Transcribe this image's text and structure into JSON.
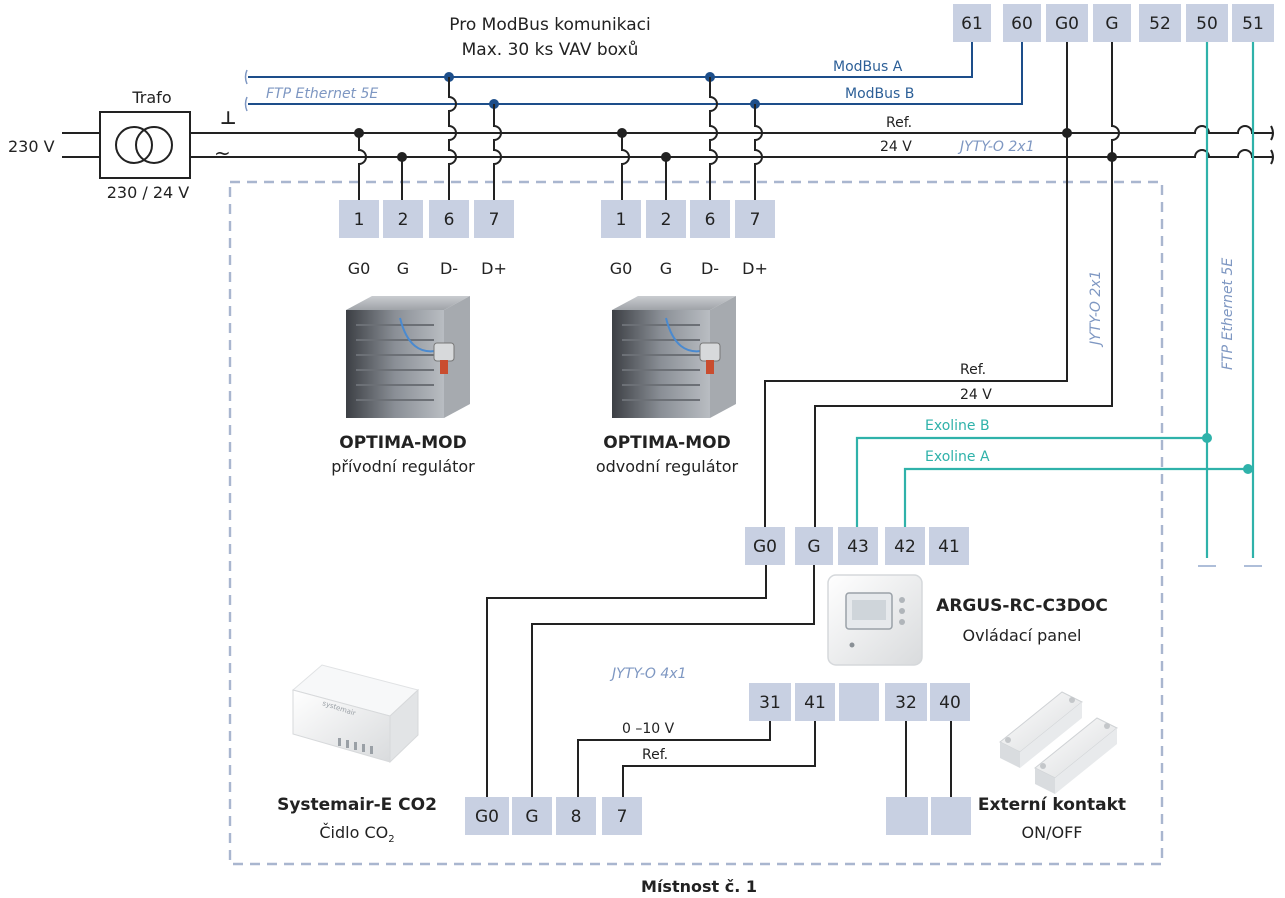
{
  "header": {
    "modbus_title_1": "Pro ModBus komunikaci",
    "modbus_title_2": "Max. 30 ks VAV boxů"
  },
  "trafo": {
    "title": "Trafo",
    "input": "230 V",
    "ratio": "230 / 24 V",
    "ground_symbol": "⊥",
    "ac_symbol": "~"
  },
  "bus_labels": {
    "modbus_a": "ModBus A",
    "modbus_b": "ModBus B",
    "ftp_top": "FTP Ethernet 5E",
    "ref": "Ref.",
    "v24": "24 V",
    "jyty_2x1_top": "JYTY-O 2x1",
    "jyty_2x1_vertical": "JYTY-O 2x1",
    "ftp_vertical": "FTP Ethernet 5E",
    "ref_argus": "Ref.",
    "v24_argus": "24 V",
    "exoline_b": "Exoline B",
    "exoline_a": "Exoline A",
    "jyty_4x1": "JYTY-O 4x1",
    "sig_0_10": "0 –10 V",
    "ref_co2": "Ref."
  },
  "controller_terminals": [
    "61",
    "60",
    "G0",
    "G",
    "52",
    "50",
    "51"
  ],
  "vav1": {
    "terminals": [
      "1",
      "2",
      "6",
      "7"
    ],
    "pins": [
      "G0",
      "G",
      "D-",
      "D+"
    ],
    "name": "OPTIMA-MOD",
    "description": "přívodní regulátor"
  },
  "vav2": {
    "terminals": [
      "1",
      "2",
      "6",
      "7"
    ],
    "pins": [
      "G0",
      "G",
      "D-",
      "D+"
    ],
    "name": "OPTIMA-MOD",
    "description": "odvodní regulátor"
  },
  "argus": {
    "terminals": [
      "G0",
      "G",
      "43",
      "42",
      "41"
    ],
    "name": "ARGUS-RC-C3DOC",
    "description": "Ovládací panel",
    "lower_terminals": [
      "31",
      "41",
      "",
      "32",
      "40"
    ]
  },
  "co2": {
    "terminals": [
      "G0",
      "G",
      "8",
      "7"
    ],
    "name": "Systemair-E CO2",
    "description_main": "Čidlo CO",
    "description_sub": "2",
    "brand": "systemair"
  },
  "contact": {
    "terminals": [
      "",
      ""
    ],
    "name": "Externí kontakt",
    "description": "ON/OFF"
  },
  "room": {
    "label": "Místnost č. 1"
  },
  "colors": {
    "modbus": "#1d4e8a",
    "exoline": "#2fb2aa",
    "terminal": "#c8d0e2",
    "room_border": "#a9b6cf",
    "room_label": "#2c5f97"
  }
}
